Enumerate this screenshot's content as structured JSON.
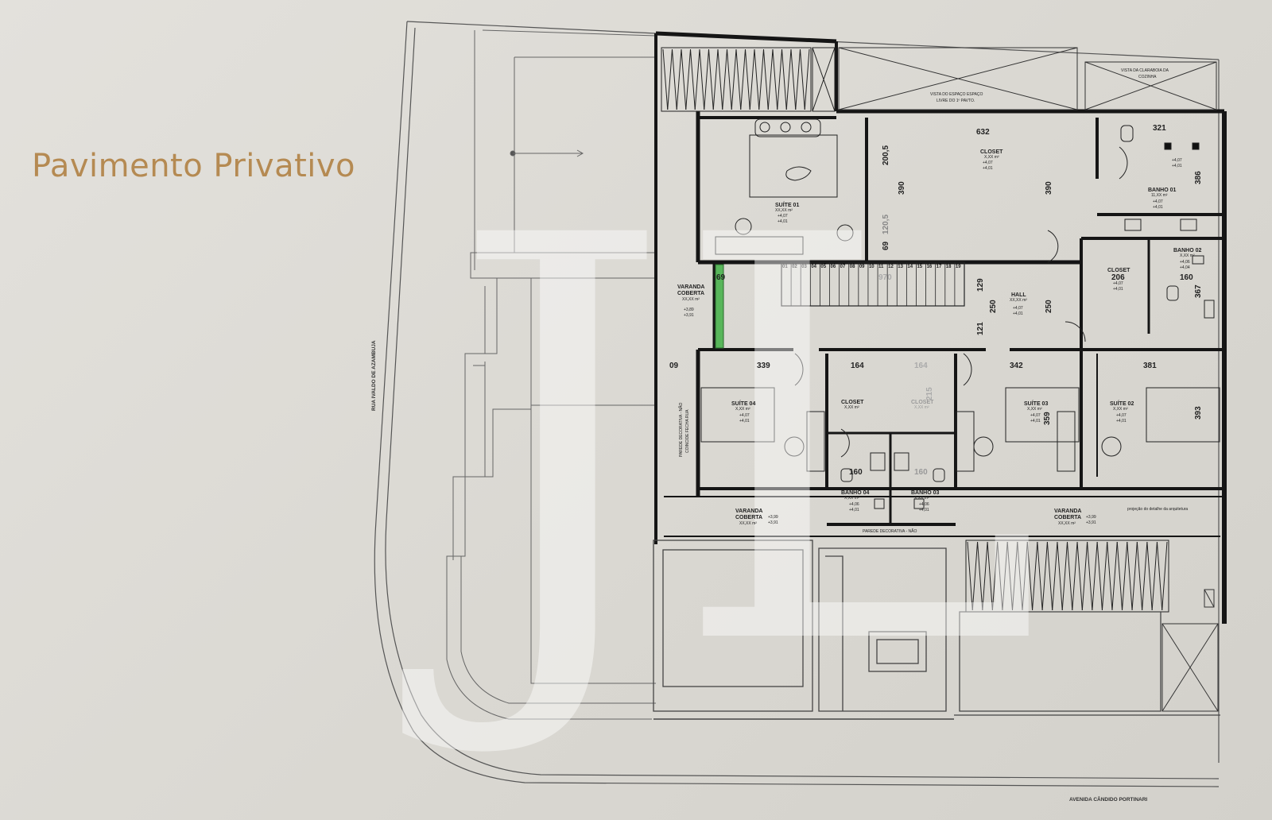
{
  "title": "Pavimento Privativo",
  "colors": {
    "title": "#b58a52",
    "background": "#dcdad4",
    "walls": "#151515",
    "green_accent": "#58b65a",
    "watermark": "#ffffff"
  },
  "watermark": "JL",
  "streets": {
    "left": "RUA IVALDO DE AZAMBUJA",
    "bottom": "AVENIDA CÂNDIDO PORTINARI"
  },
  "notes": {
    "void_view": "VISTA DO ESPAÇO ESPAÇO",
    "void_view2": "LIVRE DO 1º PAVTO.",
    "skylight_view": "VISTA DA CLARABOIA DA",
    "skylight_view2": "COZINHA",
    "decor_wall": "PAREDE DECORATIVA - NÃO",
    "decor_wall2": "COINCIDE FECHA RUA",
    "projection": "projeção do detalhe da arquitetura",
    "bottom_wall": "PAREDE DECORATIVA - NÃO"
  },
  "rooms": {
    "suite01": "SUÍTE 01",
    "suite01_area": "XX,XX m²",
    "closet1": "CLOSET",
    "closet1_area": "X,XX m²",
    "banho01": "BANHO 01",
    "banho01_area": "11,XX m²",
    "varanda1": "VARANDA",
    "varanda1b": "COBERTA",
    "varanda1_area": "XX,XX m²",
    "hall": "HALL",
    "hall_area": "XX,XX m²",
    "closet206": "CLOSET",
    "banho02": "BANHO 02",
    "banho02_area": "X,XX m²",
    "suite04": "SUÍTE 04",
    "suite04_area": "X,XX m²",
    "closet4": "CLOSET",
    "closet4_area": "X,XX m²",
    "closet3": "CLOSET",
    "closet3_area": "X,XX m²",
    "suite03": "SUÍTE 03",
    "suite03_area": "X,XX m²",
    "suite02": "SUÍTE 02",
    "suite02_area": "X,XX m²",
    "banho04": "BANHO 04",
    "banho04_area": "X,XX m²",
    "banho03": "BANHO 03",
    "banho03_area": "X,XX m²",
    "varanda2": "VARANDA",
    "varanda2b": "COBERTA",
    "varanda2_area": "XX,XX m²",
    "varanda3": "VARANDA",
    "varanda3b": "COBERTA",
    "varanda3_area": "XX,XX m²"
  },
  "levels": {
    "l1": "+4,07",
    "l2": "+4,01",
    "l3": "+3,89",
    "l4": "+3,91",
    "l5": "+3,99",
    "l6": "+3,91",
    "l7": "+4,06",
    "l8": "+4,04"
  },
  "dimensions": {
    "d632": "632",
    "d321": "321",
    "d200_5": "200,5",
    "d390a": "390",
    "d390b": "390",
    "d120_5": "120,5",
    "d69a": "69",
    "d69b": "69",
    "d386": "386",
    "d206": "206",
    "d160a": "160",
    "d367": "367",
    "d129": "129",
    "d250a": "250",
    "d250b": "250",
    "d121": "121",
    "d970": "970",
    "d339": "339",
    "d164a": "164",
    "d164b": "164",
    "d342": "342",
    "d381": "381",
    "d215": "215",
    "d359": "359",
    "d393": "393",
    "d109": "09",
    "d160b": "160",
    "d160c": "160"
  },
  "stairs": [
    "01",
    "02",
    "03",
    "04",
    "05",
    "06",
    "07",
    "08",
    "09",
    "10",
    "11",
    "12",
    "13",
    "14",
    "15",
    "16",
    "17",
    "18",
    "19"
  ]
}
